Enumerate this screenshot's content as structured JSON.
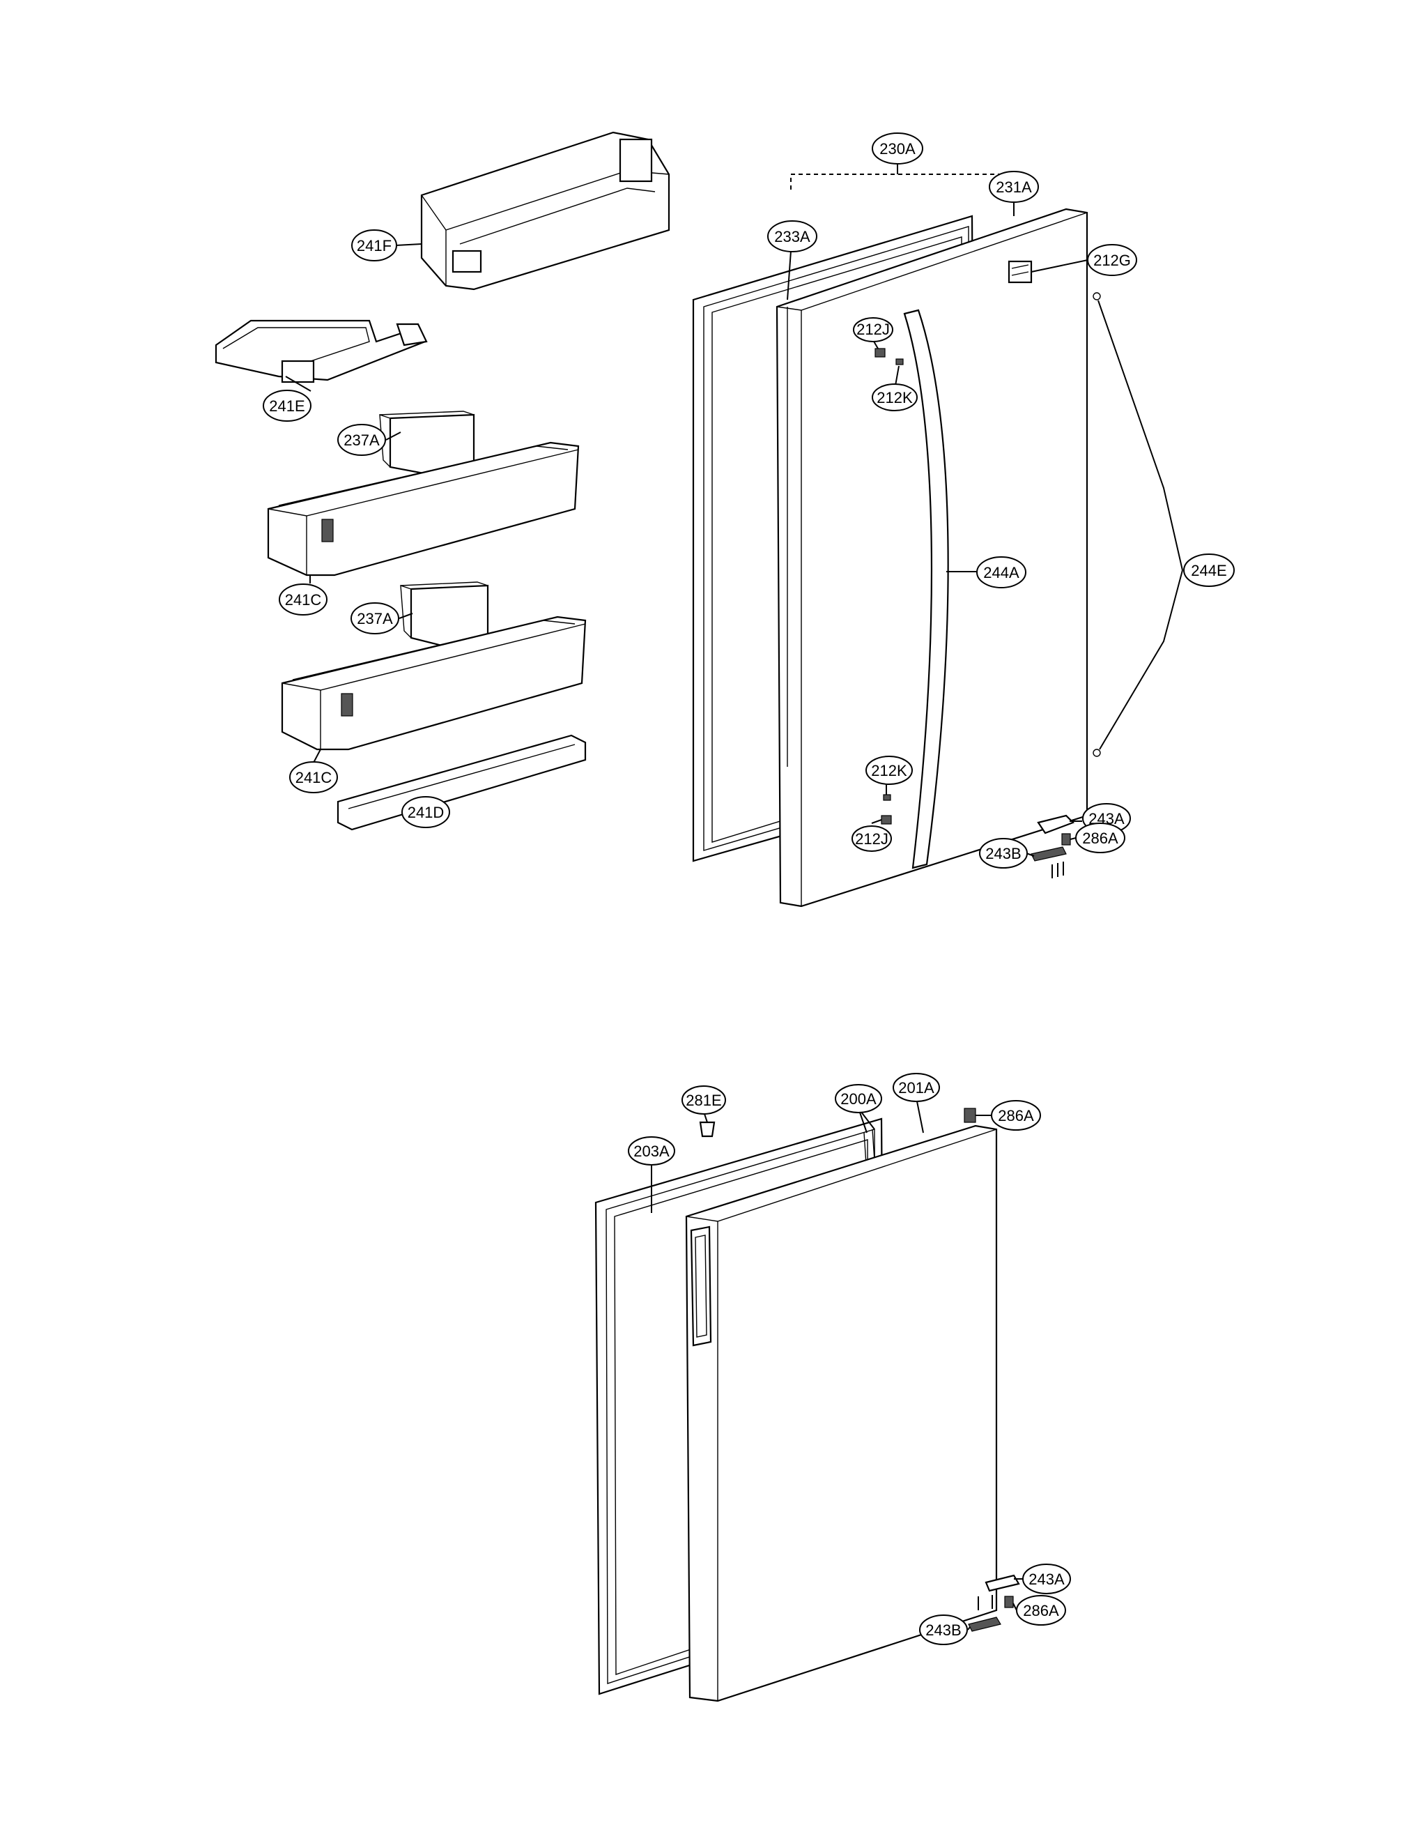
{
  "callouts": {
    "c241F": "241F",
    "c241E": "241E",
    "c237A_1": "237A",
    "c241C_1": "241C",
    "c237A_2": "237A",
    "c241C_2": "241C",
    "c241D": "241D",
    "c230A": "230A",
    "c233A": "233A",
    "c231A": "231A",
    "c212G": "212G",
    "c212J_1": "212J",
    "c212K_1": "212K",
    "c244A": "244A",
    "c244E": "244E",
    "c212K_2": "212K",
    "c212J_2": "212J",
    "c243A_1": "243A",
    "c243B_1": "243B",
    "c286A_1": "286A",
    "c281E": "281E",
    "c200A": "200A",
    "c201A": "201A",
    "c286A_2": "286A",
    "c203A": "203A",
    "c243A_2": "243A",
    "c243B_2": "243B",
    "c286A_3": "286A"
  },
  "colors": {
    "line": "#000000",
    "background": "#ffffff"
  }
}
